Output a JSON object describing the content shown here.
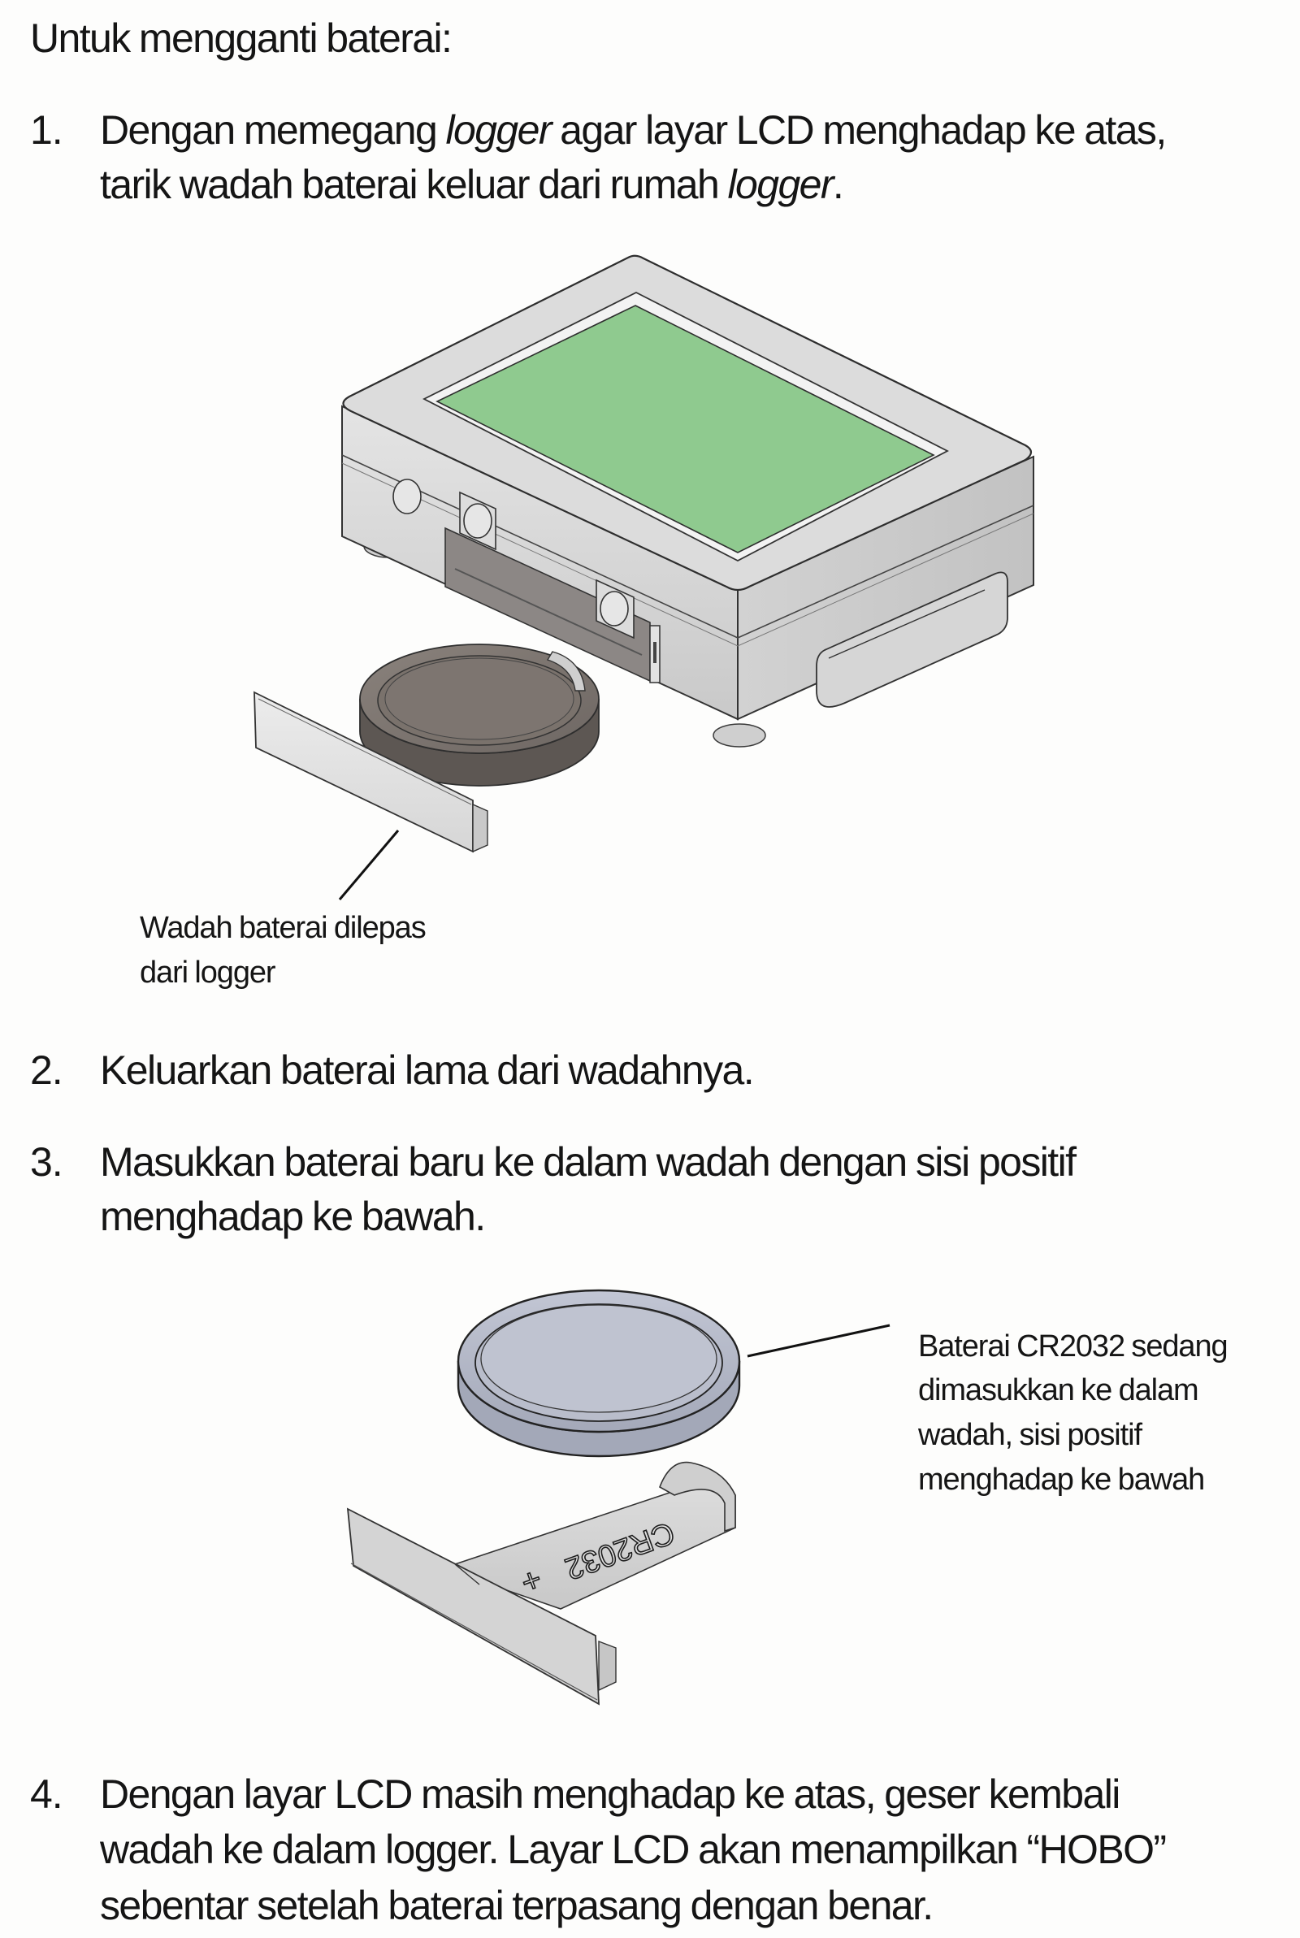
{
  "heading": "Untuk mengganti baterai:",
  "steps": [
    {
      "number": "1.",
      "lines": [
        {
          "before": "Dengan memegang ",
          "em": "logger",
          "after": " agar layar LCD menghadap ke atas,"
        },
        {
          "before": "tarik wadah baterai keluar dari rumah ",
          "em": "logger",
          "after": "."
        }
      ]
    },
    {
      "number": "2.",
      "lines": [
        "Keluarkan baterai lama dari wadahnya."
      ]
    },
    {
      "number": "3.",
      "lines": [
        "Masukkan baterai baru ke dalam wadah dengan sisi positif",
        "menghadap ke bawah."
      ]
    },
    {
      "number": "4.",
      "lines": [
        "Dengan layar LCD masih menghadap ke atas, geser kembali",
        "wadah ke dalam logger. Layar LCD akan menampilkan “HOBO”",
        "sebentar setelah baterai terpasang dengan benar."
      ]
    }
  ],
  "figure1": {
    "caption_lines": [
      "Wadah baterai dilepas",
      "dari logger"
    ],
    "colors": {
      "lcd": "#8fca8f",
      "body": "#d9d9d9",
      "battery": "#7a726c"
    }
  },
  "figure2": {
    "caption_lines": [
      "Baterai CR2032 sedang",
      "dimasukkan ke dalam",
      "wadah, sisi positif",
      "menghadap ke bawah"
    ],
    "tray_marking": "CR2032",
    "tray_polarity": "+",
    "colors": {
      "battery": "#b7bccb",
      "tray": "#d4d4d4"
    }
  }
}
